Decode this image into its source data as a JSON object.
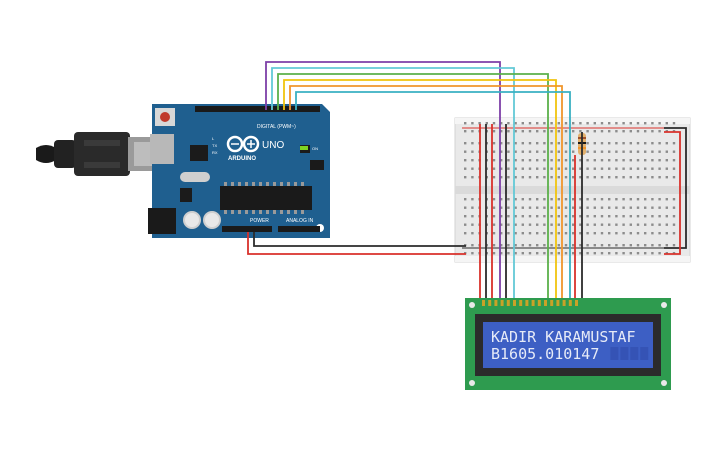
{
  "board": {
    "brand": "ARDUINO",
    "model": "UNO",
    "digital_header_label": "DIGITAL (PWM~)",
    "power_label": "POWER",
    "analog_label": "ANALOG IN",
    "on_label": "ON",
    "tx_label": "TX",
    "rx_label": "RX",
    "l_label": "L"
  },
  "lcd": {
    "line1": "KADIR KARAMUSTAF",
    "line2": "B1605.010147",
    "text_color": "#e6eaf7",
    "screen_color": "#3d5fc4",
    "pcb_color": "#2e9b4f"
  },
  "colors": {
    "arduino_blue": "#1f5f8f",
    "wire_purple": "#7d3fa8",
    "wire_cyan": "#63c9d6",
    "wire_green": "#5bb04a",
    "wire_yellow": "#f1c40f",
    "wire_orange": "#f0962c",
    "wire_teal": "#3ab0c2",
    "wire_red": "#d9312b",
    "wire_black": "#2b2b2b",
    "breadboard": "#e9e9e9"
  }
}
